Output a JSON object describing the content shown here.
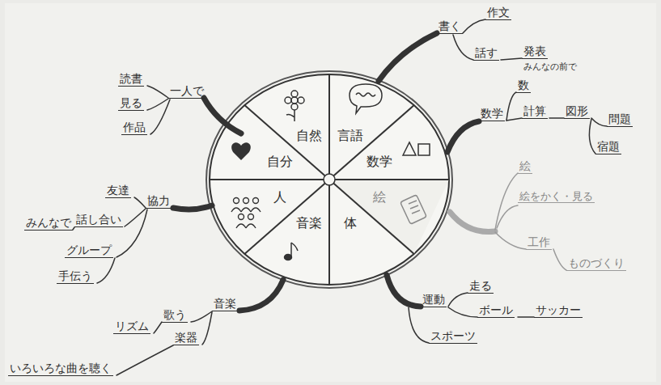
{
  "diagram": {
    "nodes": [
      {
        "text": [
          "自然"
        ]
      },
      {
        "text": [
          "言語"
        ]
      },
      {
        "text": [
          "数学"
        ]
      },
      {
        "text": [
          "絵"
        ]
      },
      {
        "text": [
          "体"
        ]
      },
      {
        "text": [
          "音楽"
        ]
      },
      {
        "text": [
          "人"
        ]
      },
      {
        "text": [
          "自分"
        ]
      }
    ],
    "labels": [
      "書く",
      "作文",
      "話す",
      "発表",
      "みんなの前で",
      "数学",
      "数",
      "計算",
      "図形",
      "問題",
      "宿題",
      "絵",
      "絵をかく・見る",
      "工作",
      "ものづくり",
      "運動",
      "走る",
      "ボール",
      "サッカー",
      "スポーツ",
      "音楽",
      "歌う",
      "楽器",
      "リズム",
      "いろいろな曲を聴く",
      "協力",
      "友達",
      "話し合い",
      "みんなで",
      "グループ",
      "手伝う",
      "一人で",
      "読書",
      "見る",
      "作品"
    ]
  }
}
